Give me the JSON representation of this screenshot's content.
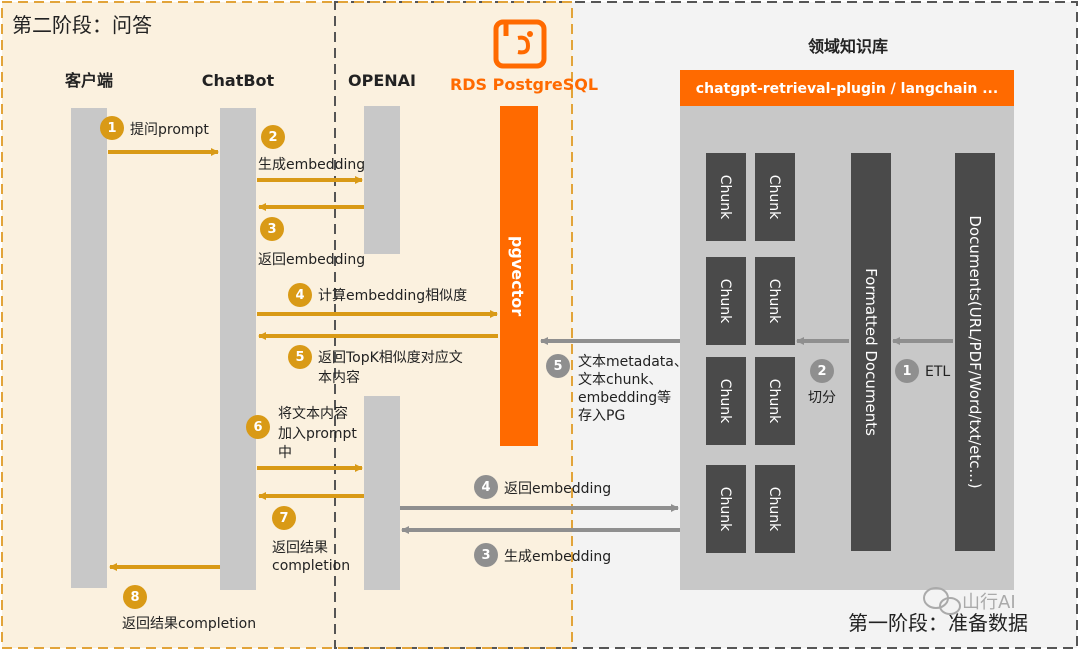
{
  "phase2_title": "第二阶段：问答",
  "phase1_title": "第一阶段：准备数据",
  "watermark": "山行AI",
  "lanes": {
    "client": "客户端",
    "chatbot": "ChatBot",
    "openai": "OPENAI",
    "rds": "RDS PostgreSQL",
    "kb": "领域知识库"
  },
  "plugin_banner": "chatgpt-retrieval-plugin / langchain ...",
  "pgvector_label": "pgvector",
  "chunk_label": "Chunk",
  "formatted_docs": "Formatted Documents",
  "documents": "Documents(URL/PDF/Word/txt/etc...)",
  "steps_qa": [
    {
      "num": "1",
      "text": [
        "提问prompt"
      ]
    },
    {
      "num": "2",
      "text": [
        "生成embedding"
      ]
    },
    {
      "num": "3",
      "text": [
        "返回embedding"
      ]
    },
    {
      "num": "4",
      "text": [
        "计算embedding相似度"
      ]
    },
    {
      "num": "5",
      "text": [
        "返回TopK相似度对应文",
        "本内容"
      ]
    },
    {
      "num": "6",
      "text": [
        "将文本内容",
        "加入prompt",
        "中"
      ]
    },
    {
      "num": "7",
      "text": [
        "返回结果",
        "completion"
      ]
    },
    {
      "num": "8",
      "text": [
        "返回结果completion"
      ]
    }
  ],
  "steps_prep": [
    {
      "num": "1",
      "text": [
        "ETL"
      ]
    },
    {
      "num": "2",
      "text": [
        "切分"
      ]
    },
    {
      "num": "3",
      "text": [
        "生成embedding"
      ]
    },
    {
      "num": "4",
      "text": [
        "返回embedding"
      ]
    },
    {
      "num": "5",
      "text": [
        "文本metadata、",
        "文本chunk、",
        "embedding等",
        "存入PG"
      ]
    }
  ],
  "colors": {
    "orange_accent": "#ff6a00",
    "gold_arrow": "#d99a16",
    "gray_arrow": "#909090",
    "lane_gray": "#c8c8c8",
    "dark_block": "#4a4a4a",
    "phase2_bg": "#fbf1df"
  },
  "icons": [
    "rds-logo-icon",
    "wechat-icon"
  ]
}
